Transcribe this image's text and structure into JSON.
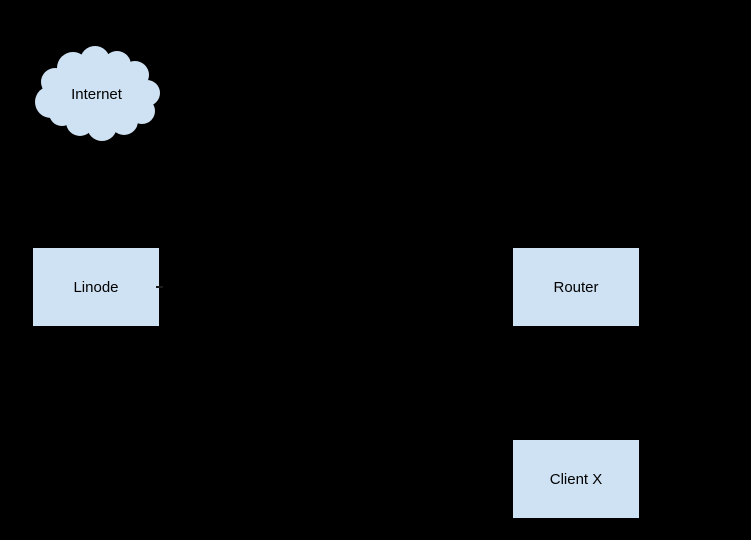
{
  "diagram": {
    "background_color": "#000000",
    "node_fill_color": "#cfe2f3",
    "node_border_color": "#000000",
    "label_color": "#000000",
    "nodes": [
      {
        "id": "internet",
        "label": "Internet",
        "shape": "cloud"
      },
      {
        "id": "linode",
        "label": "Linode",
        "shape": "rectangle"
      },
      {
        "id": "router",
        "label": "Router",
        "shape": "rectangle"
      },
      {
        "id": "client-x",
        "label": "Client X",
        "shape": "rectangle"
      }
    ]
  }
}
